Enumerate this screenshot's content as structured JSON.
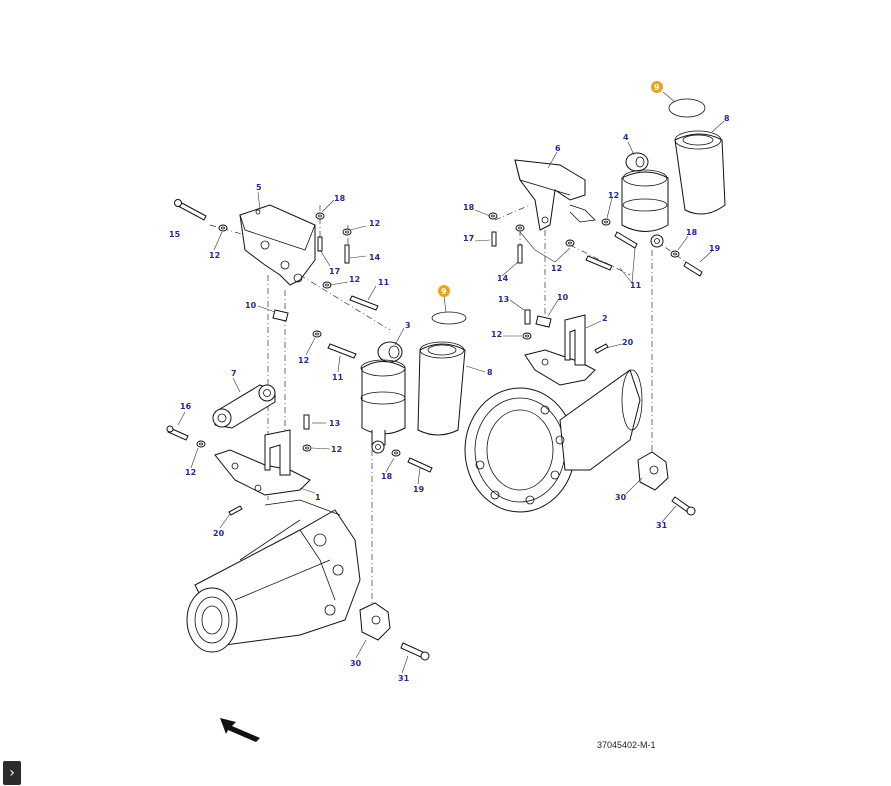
{
  "figure_id": "37045402-M-1",
  "highlight_color": "#f0a020",
  "label_color": "#1f2a9c",
  "nav_button": {
    "icon": "chevron-right-icon",
    "glyph": "›"
  },
  "callouts": [
    {
      "key": "c15",
      "text": "15"
    },
    {
      "key": "c12a",
      "text": "12"
    },
    {
      "key": "c5",
      "text": "5"
    },
    {
      "key": "c18a",
      "text": "18"
    },
    {
      "key": "c12b",
      "text": "12"
    },
    {
      "key": "c17a",
      "text": "17"
    },
    {
      "key": "c14a",
      "text": "14"
    },
    {
      "key": "c12c",
      "text": "12"
    },
    {
      "key": "c11a",
      "text": "11"
    },
    {
      "key": "c10a",
      "text": "10"
    },
    {
      "key": "c3",
      "text": "3"
    },
    {
      "key": "c12d",
      "text": "12"
    },
    {
      "key": "c11b",
      "text": "11"
    },
    {
      "key": "c7",
      "text": "7"
    },
    {
      "key": "c16",
      "text": "16"
    },
    {
      "key": "c13a",
      "text": "13"
    },
    {
      "key": "c12e",
      "text": "12"
    },
    {
      "key": "c12f",
      "text": "12"
    },
    {
      "key": "c1",
      "text": "1"
    },
    {
      "key": "c20a",
      "text": "20"
    },
    {
      "key": "c9a",
      "text": "9"
    },
    {
      "key": "c8a",
      "text": "8"
    },
    {
      "key": "c18b",
      "text": "18"
    },
    {
      "key": "c19a",
      "text": "19"
    },
    {
      "key": "c30a",
      "text": "30"
    },
    {
      "key": "c31a",
      "text": "31"
    },
    {
      "key": "c6",
      "text": "6"
    },
    {
      "key": "c18c",
      "text": "18"
    },
    {
      "key": "c17b",
      "text": "17"
    },
    {
      "key": "c14b",
      "text": "14"
    },
    {
      "key": "c12g",
      "text": "12"
    },
    {
      "key": "c13b",
      "text": "13"
    },
    {
      "key": "c10b",
      "text": "10"
    },
    {
      "key": "c12h",
      "text": "12"
    },
    {
      "key": "c2",
      "text": "2"
    },
    {
      "key": "c20b",
      "text": "20"
    },
    {
      "key": "c4",
      "text": "4"
    },
    {
      "key": "c9b",
      "text": "9"
    },
    {
      "key": "c8b",
      "text": "8"
    },
    {
      "key": "c12i",
      "text": "12"
    },
    {
      "key": "c18d",
      "text": "18"
    },
    {
      "key": "c19b",
      "text": "19"
    },
    {
      "key": "c11c",
      "text": "11"
    },
    {
      "key": "c30b",
      "text": "30"
    },
    {
      "key": "c31b",
      "text": "31"
    }
  ]
}
